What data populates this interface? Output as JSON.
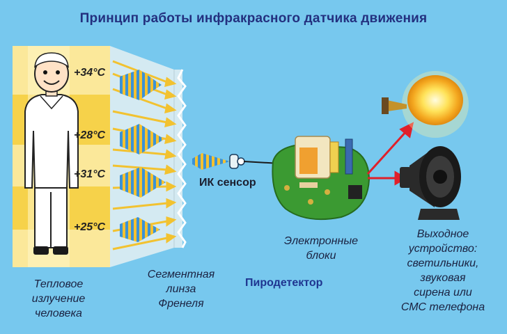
{
  "title": "Принцип работы инфракрасного датчика движения",
  "temperatures": [
    "+34°C",
    "+28°C",
    "+31°C",
    "+25°C"
  ],
  "labels": {
    "ir_sensor": "ИК сенсор",
    "pyrodetector": "Пиродетектор"
  },
  "captions": {
    "human": [
      "Тепловое",
      "излучение",
      "человека"
    ],
    "lens": [
      "Сегментная",
      "линза",
      "Френеля"
    ],
    "electronics": [
      "Электронные",
      "блоки"
    ],
    "output": [
      "Выходное",
      "устройство:",
      "светильники,",
      "звуковая",
      "сирена или",
      "СМС телефона"
    ]
  },
  "colors": {
    "background": "#77c8ee",
    "title": "#23307f",
    "panel_yellow": "#f6d24a",
    "arrow": "#f2c230",
    "wedge_blue": "#3a8fd0",
    "red_arrow": "#e0202a"
  },
  "icons": [
    "person-icon",
    "fresnel-lens-icon",
    "ir-sensor-icon",
    "circuit-board-icon",
    "light-bulb-icon",
    "siren-icon"
  ]
}
